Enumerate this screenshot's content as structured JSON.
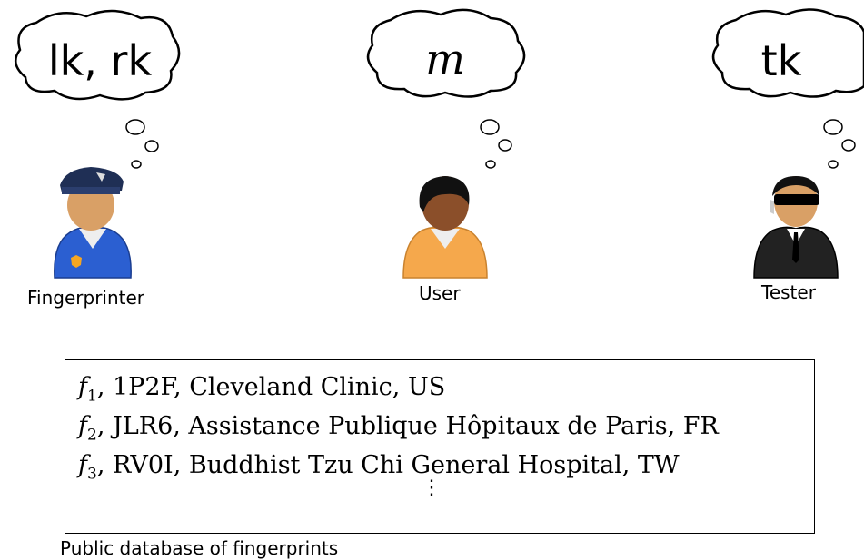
{
  "fingerprinter": {
    "thought": "lk, rk",
    "label": "Fingerprinter"
  },
  "user": {
    "thought": "m",
    "label": "User"
  },
  "tester": {
    "thought": "tk",
    "label": "Tester"
  },
  "database": {
    "caption": "Public database of fingerprints",
    "rows": [
      {
        "fid": "f",
        "sub": "1",
        "rest": ", 1P2F, Cleveland Clinic, US"
      },
      {
        "fid": "f",
        "sub": "2",
        "rest": ", JLR6, Assistance Publique Hôpitaux de Paris, FR"
      },
      {
        "fid": "f",
        "sub": "3",
        "rest": ", RV0I, Buddhist Tzu Chi General Hospital, TW"
      }
    ],
    "more": "⋮"
  }
}
